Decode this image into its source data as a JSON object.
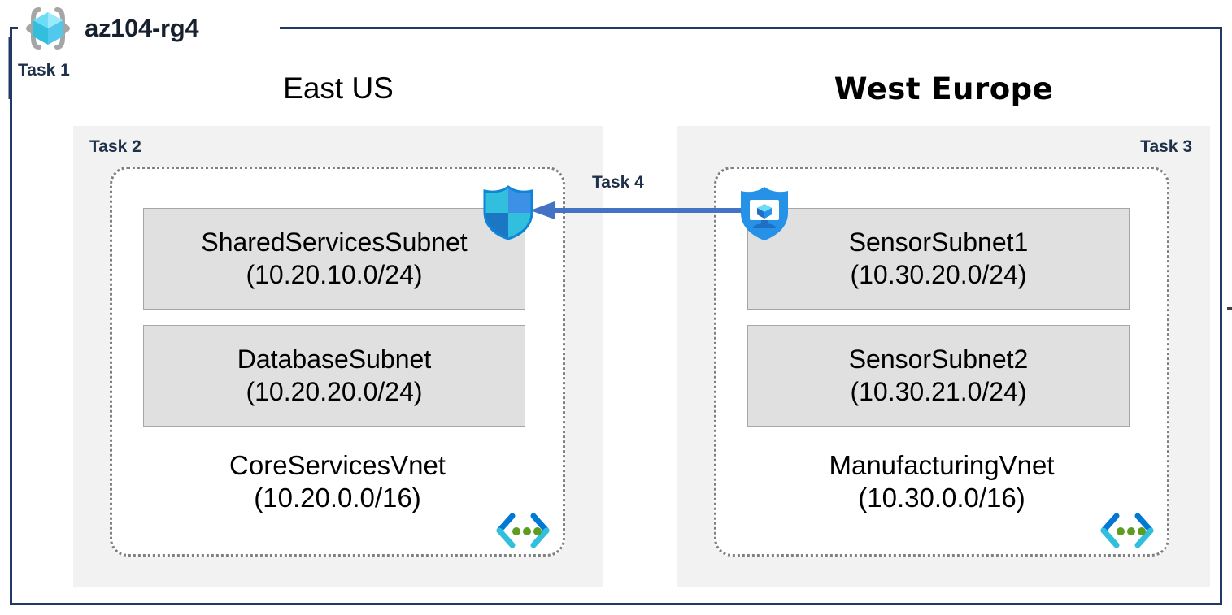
{
  "resource_group": {
    "name": "az104-rg4",
    "icon": "resource-group-cube-icon",
    "task_label": "Task 1"
  },
  "regions": [
    {
      "id": "east-us",
      "title": "East US",
      "task_label": "Task 2",
      "vnet": {
        "name": "CoreServicesVnet",
        "cidr": "(10.20.0.0/16)",
        "icon": "virtual-network-icon",
        "subnets": [
          {
            "name": "SharedServicesSubnet",
            "cidr": "(10.20.10.0/24)"
          },
          {
            "name": "DatabaseSubnet",
            "cidr": "(10.20.20.0/24)"
          }
        ]
      }
    },
    {
      "id": "west-europe",
      "title": "West Europe",
      "task_label": "Task 3",
      "vnet": {
        "name": "ManufacturingVnet",
        "cidr": "(10.30.0.0/16)",
        "icon": "virtual-network-icon",
        "subnets": [
          {
            "name": "SensorSubnet1",
            "cidr": "(10.30.20.0/24)"
          },
          {
            "name": "SensorSubnet2",
            "cidr": "(10.30.21.0/24)"
          }
        ]
      }
    }
  ],
  "connection": {
    "task_label": "Task 4",
    "direction": "right-to-left",
    "source_icon": "bastion-shield-icon",
    "target_icon": "firewall-shield-icon"
  },
  "colors": {
    "frame_border": "#1F3864",
    "task_label": "#1F3049",
    "region_panel_bg": "#F2F2F2",
    "vnet_bg": "#FFFFFF",
    "vnet_border": "#808080",
    "subnet_bg": "#E0E0E0",
    "subnet_border": "#A6A6A6",
    "arrow": "#4472C4",
    "icon_cyan": "#32BEDD",
    "icon_blue": "#0078D4",
    "icon_green": "#5E9C21"
  }
}
